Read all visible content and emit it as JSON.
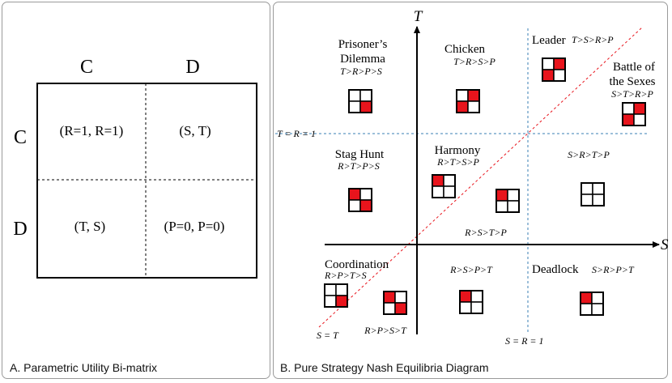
{
  "panel_a": {
    "caption": "A. Parametric Utility Bi-matrix",
    "col_headers": [
      "C",
      "D"
    ],
    "row_headers": [
      "C",
      "D"
    ],
    "cells": [
      "(R=1, R=1)",
      "(S, T)",
      "(T, S)",
      "(P=0, P=0)"
    ]
  },
  "panel_b": {
    "caption": "B. Pure Strategy Nash Equilibria Diagram",
    "axis_t": "T",
    "axis_s": "S",
    "line_t_eq_r": "T = R = 1",
    "line_s_eq_r": "S = R = 1",
    "line_s_eq_t": "S = T",
    "games": {
      "prisoners_dilemma": {
        "name_line1": "Prisoner’s",
        "name_line2": "Dilemma",
        "order": "T>R>P>S"
      },
      "chicken": {
        "name": "Chicken",
        "order": "T>R>S>P"
      },
      "leader": {
        "name": "Leader",
        "order": "T>S>R>P"
      },
      "battle": {
        "name_line1": "Battle of",
        "name_line2": "the Sexes",
        "order": "S>T>R>P"
      },
      "stag_hunt": {
        "name": "Stag Hunt",
        "order": "R>T>P>S"
      },
      "harmony": {
        "name": "Harmony",
        "order": "R>T>S>P"
      },
      "harmony_lower_order": "R>S>T>P",
      "upper_right_order": "S>R>T>P",
      "coordination": {
        "name": "Coordination",
        "order": "R>P>T>S"
      },
      "lower_middle_order": "R>S>P>T",
      "deadlock": {
        "name": "Deadlock",
        "order": "S>R>P>T"
      },
      "lower_left_order": "R>P>S>T"
    }
  },
  "colors": {
    "equilibrium": "#e8141c",
    "guide_line": "#3a7fb5",
    "diagonal": "#e8141c",
    "border": "#9a9a9a"
  }
}
